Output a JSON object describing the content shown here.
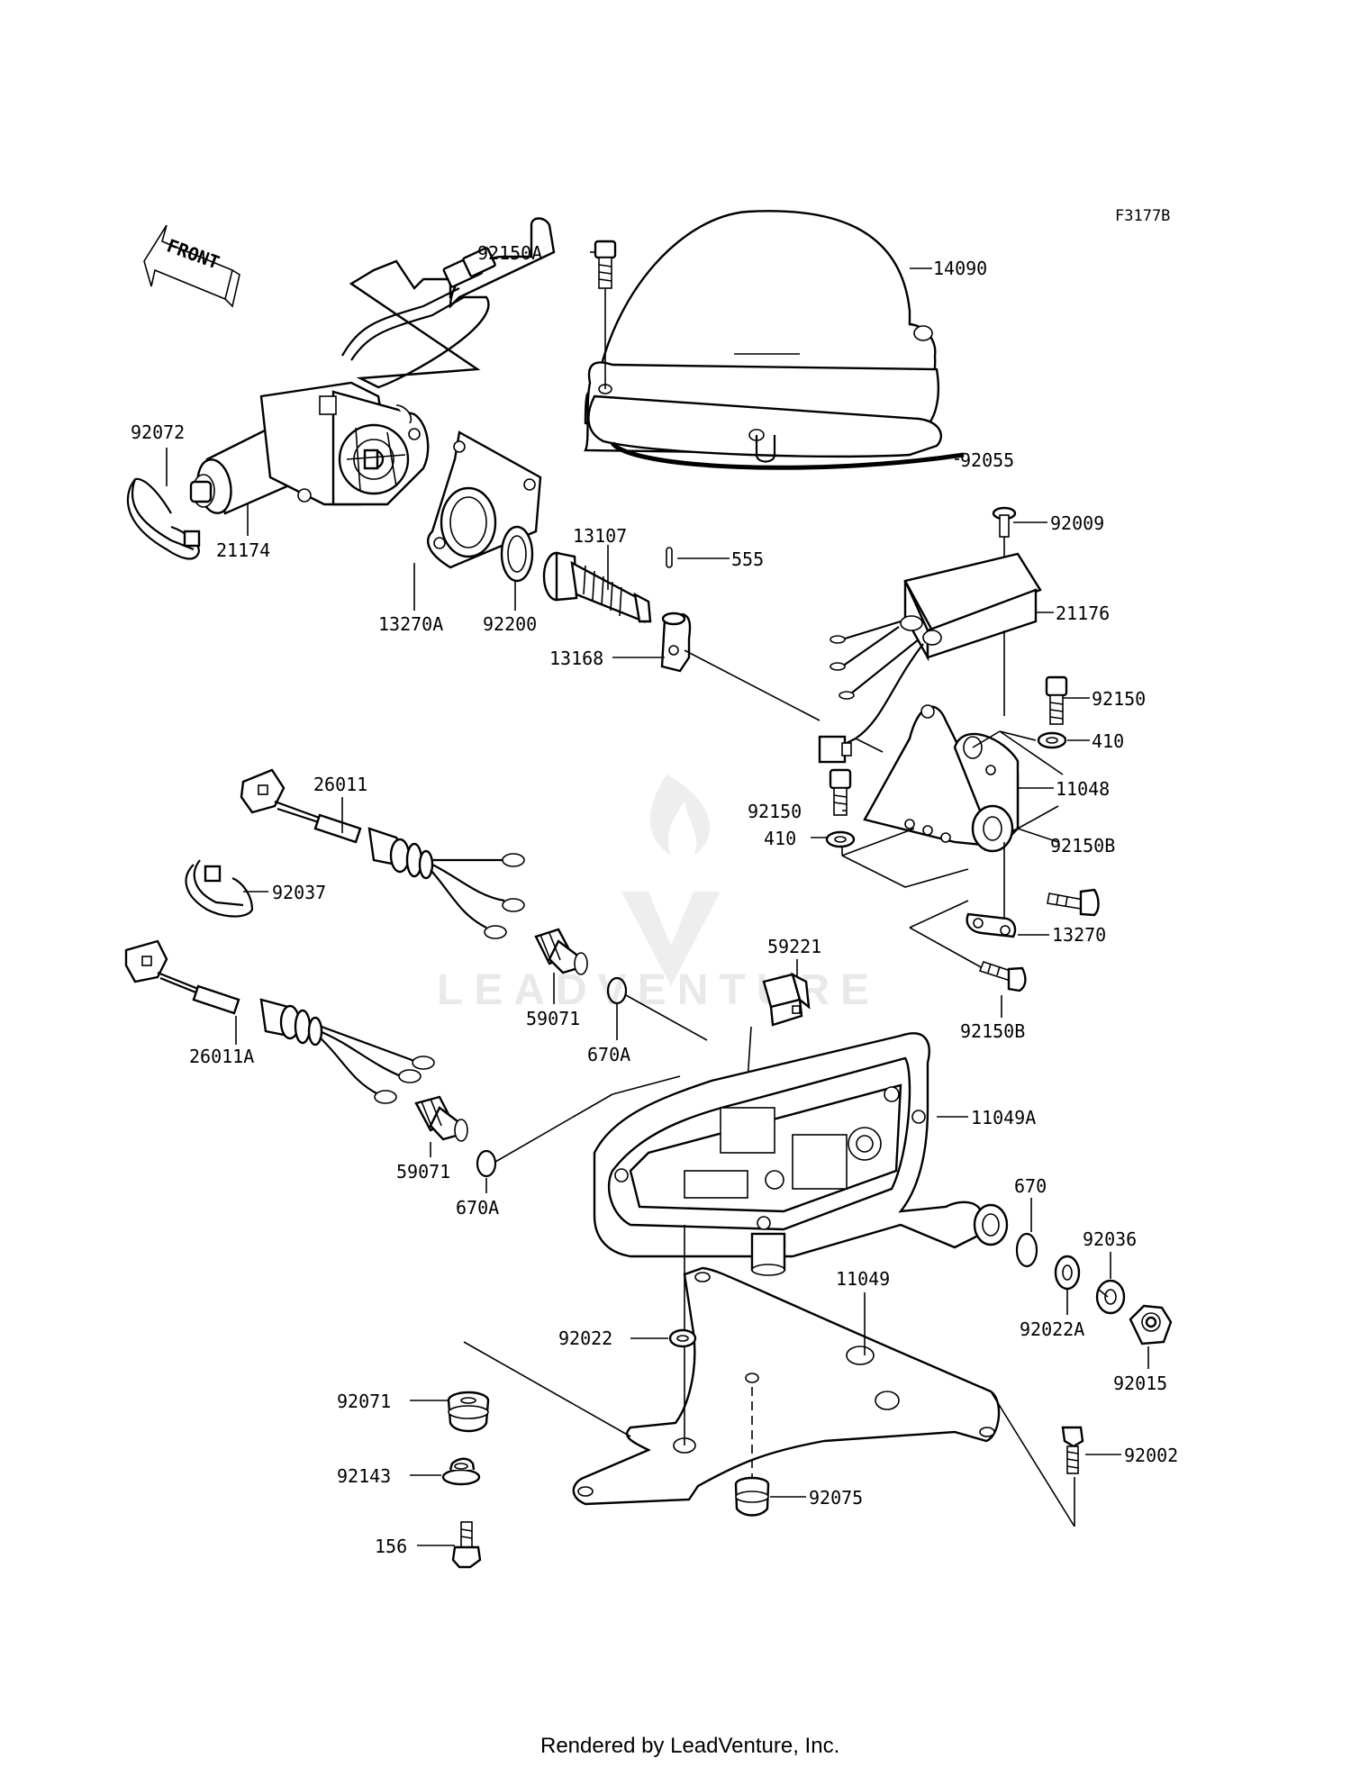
{
  "diagram_code": "F3177B",
  "front_arrow_label": "FRONT",
  "watermark": "LEADVENTURE",
  "footer": "Rendered by LeadVenture, Inc.",
  "parts": {
    "p92150A": "92150A",
    "p14090": "14090",
    "p92055": "92055",
    "p92072": "92072",
    "p21174": "21174",
    "p13270A": "13270A",
    "p92200": "92200",
    "p13107": "13107",
    "p555": "555",
    "p13168": "13168",
    "p92009": "92009",
    "p21176": "21176",
    "p92150": "92150",
    "p410": "410",
    "p11048": "11048",
    "p92150_b": "92150",
    "p410_b": "410",
    "p92150B": "92150B",
    "p13270": "13270",
    "p26011": "26011",
    "p92037": "92037",
    "p59221": "59221",
    "p59071": "59071",
    "p670A": "670A",
    "p92150B_b": "92150B",
    "p26011A": "26011A",
    "p11049A": "11049A",
    "p59071_b": "59071",
    "p670A_b": "670A",
    "p670": "670",
    "p92036": "92036",
    "p11049": "11049",
    "p92022": "92022",
    "p92022A": "92022A",
    "p92015": "92015",
    "p92071": "92071",
    "p92002": "92002",
    "p92143": "92143",
    "p92075": "92075",
    "p156": "156"
  }
}
